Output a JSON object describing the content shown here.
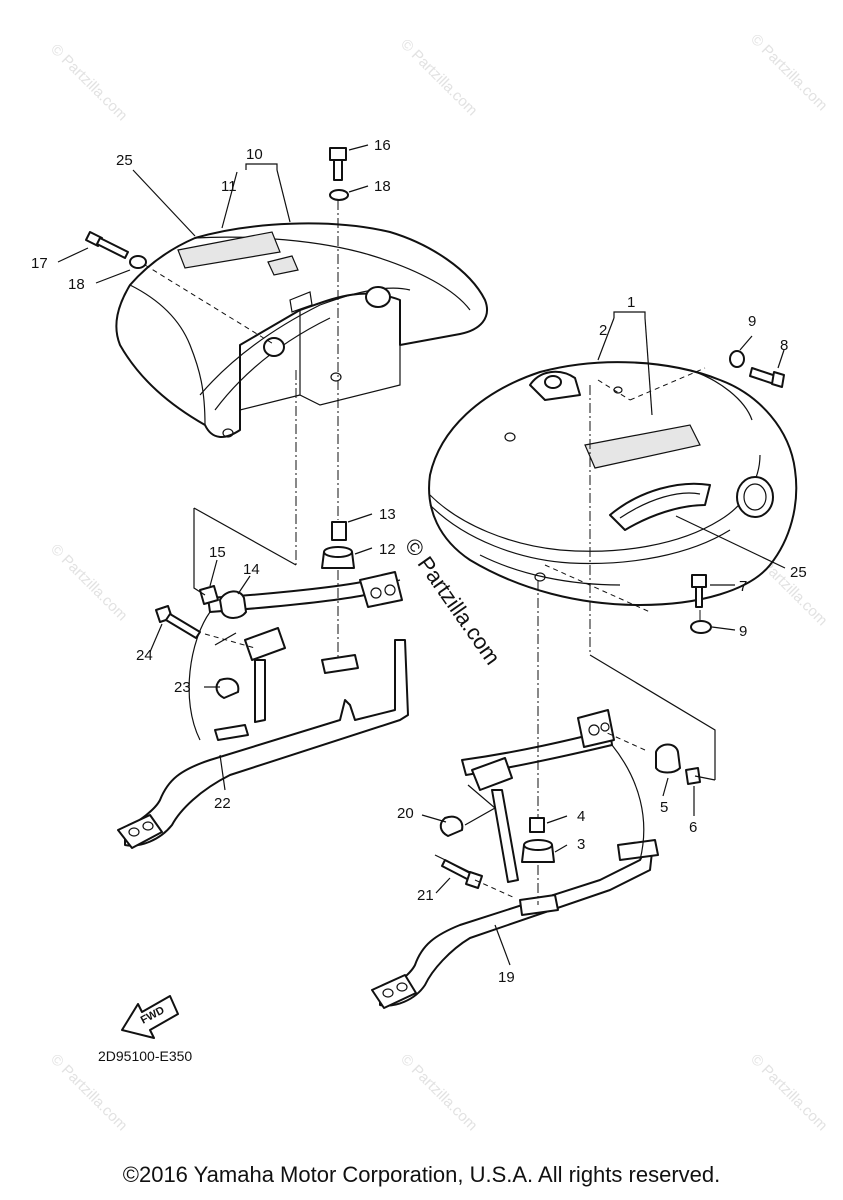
{
  "diagram": {
    "code": "2D95100-E350",
    "copyright": "©2016 Yamaha Motor Corporation, U.S.A. All rights reserved.",
    "watermark": "© Partzilla.com",
    "direction_label": "FWD",
    "callouts": [
      "1",
      "2",
      "3",
      "4",
      "5",
      "6",
      "7",
      "8",
      "9",
      "9",
      "10",
      "11",
      "12",
      "13",
      "14",
      "15",
      "16",
      "17",
      "18",
      "18",
      "19",
      "20",
      "21",
      "22",
      "23",
      "24",
      "25",
      "25"
    ]
  }
}
